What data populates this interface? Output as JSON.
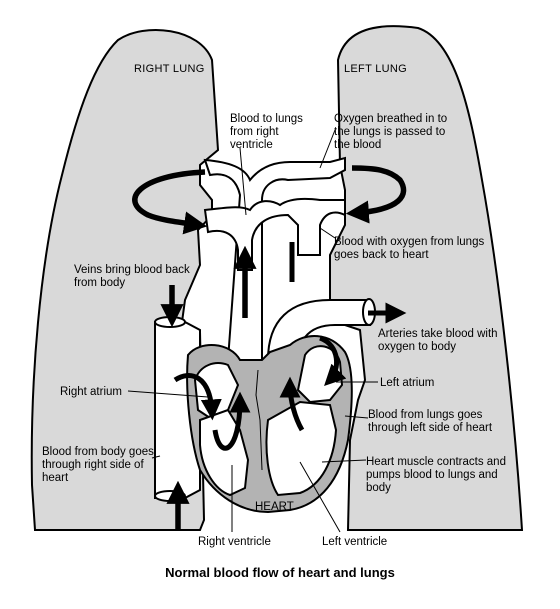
{
  "title": "Normal blood flow of heart and lungs",
  "lungs": {
    "right": "RIGHT LUNG",
    "left": "LEFT LUNG"
  },
  "heart_label": "HEART",
  "labels": {
    "blood_to_lungs": [
      "Blood to lungs",
      "from right",
      "ventricle"
    ],
    "oxygen_breathed": [
      "Oxygen breathed in to",
      "the lungs is passed to",
      "the blood"
    ],
    "blood_with_oxygen": [
      "Blood with oxygen from lungs",
      "goes back to heart"
    ],
    "veins_bring": [
      "Veins bring blood back",
      "from body"
    ],
    "arteries_take": [
      "Arteries take blood with",
      "oxygen to body"
    ],
    "right_atrium": [
      "Right atrium"
    ],
    "left_atrium": [
      "Left atrium"
    ],
    "blood_from_lungs": [
      "Blood from lungs goes",
      "through left side of heart"
    ],
    "blood_from_body": [
      "Blood from body goes",
      "through right side of",
      "heart"
    ],
    "heart_muscle": [
      "Heart muscle contracts and",
      "pumps blood to lungs and",
      "body"
    ],
    "right_ventricle": [
      "Right ventricle"
    ],
    "left_ventricle": [
      "Left ventricle"
    ]
  },
  "colors": {
    "lung_fill": "#d9d9d9",
    "heart_fill": "#b3b3b3",
    "vessel_fill": "#ffffff",
    "outline": "#000000"
  }
}
